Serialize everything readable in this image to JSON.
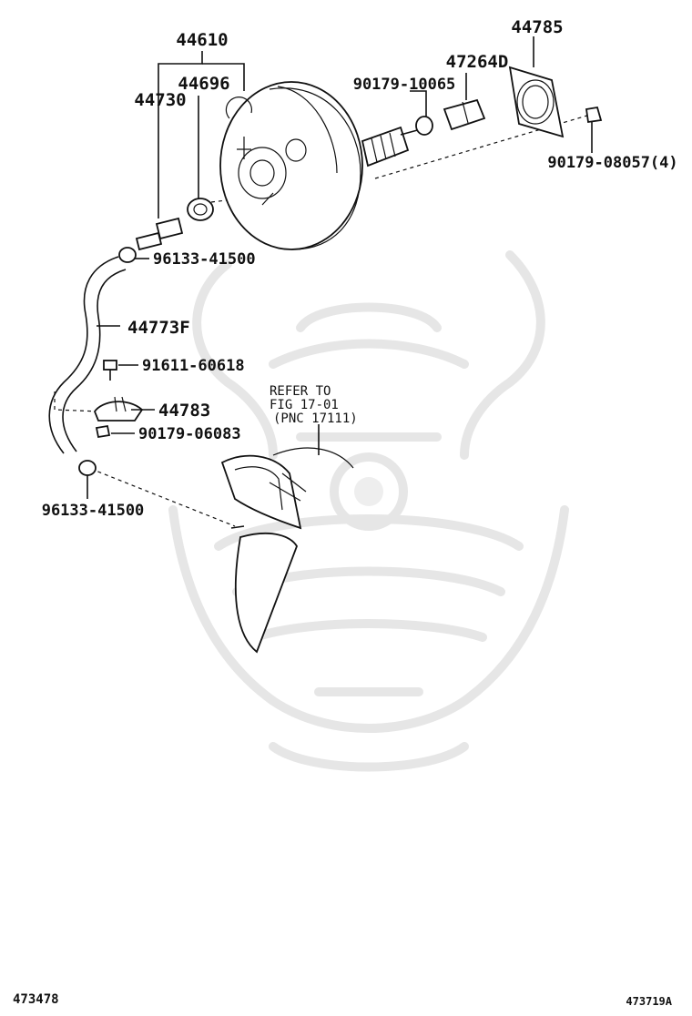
{
  "diagram": {
    "part_numbers": {
      "booster_assy": "44610",
      "grommet": "44696",
      "check_valve": "44730",
      "seal_plate": "44785",
      "clevis": "47264D",
      "clevis_nut": "90179-10065",
      "booster_nut": "90179-08057(4)",
      "clip_upper": "96133-41500",
      "clip_lower": "96133-41500",
      "vacuum_hose": "44773F",
      "bolt": "91611-60618",
      "hose_clamp": "44783",
      "clamp_nut": "90179-06083"
    },
    "reference_note": {
      "line1": "REFER TO",
      "line2": "FIG 17-01",
      "line3": "(PNC 17111)"
    },
    "footer": {
      "left_code": "473478",
      "right_code": "473719A"
    }
  }
}
